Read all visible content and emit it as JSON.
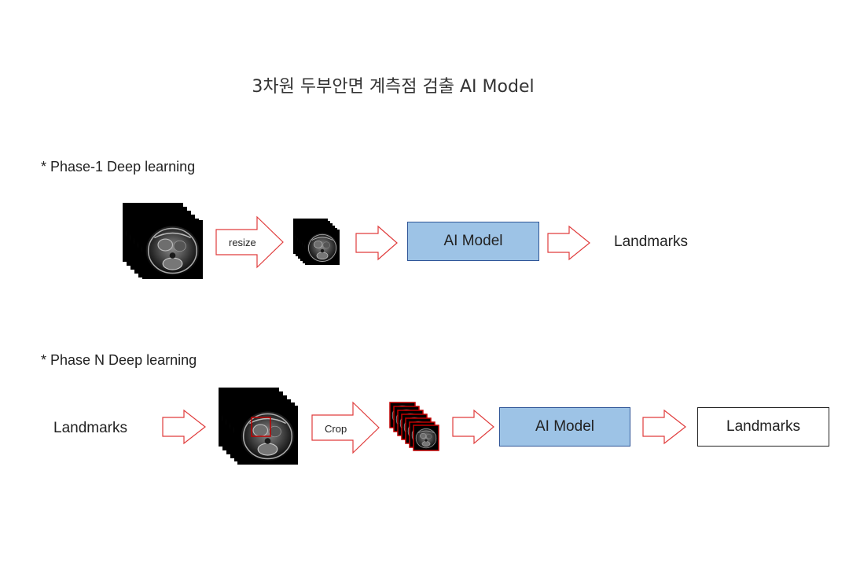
{
  "title": "3차원 두부안면 계측점 검출 AI Model",
  "phase1": {
    "label": "* Phase-1 Deep learning",
    "resize_label": "resize",
    "model_label": "AI Model",
    "output_label": "Landmarks"
  },
  "phaseN": {
    "label": "* Phase N Deep learning",
    "input_label": "Landmarks",
    "crop_label": "Crop",
    "model_label": "AI Model",
    "output_label": "Landmarks"
  },
  "colors": {
    "arrow": "#e03c3c",
    "model_fill": "#9dc3e6",
    "model_border": "#2f5597",
    "crop_border": "#c00000"
  }
}
